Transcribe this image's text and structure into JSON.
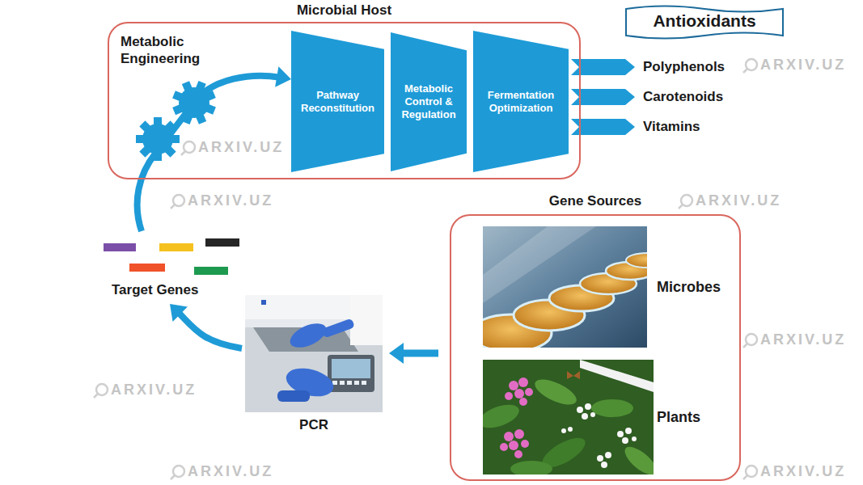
{
  "diagram": {
    "nodes": [
      {
        "text": [
          "Microbial Host",
          "Metabolic Engineering"
        ]
      },
      {
        "text": [
          "Pathway Reconstitution"
        ],
        "in": 0
      },
      {
        "text": [
          "Metabolic Control & Regulation"
        ],
        "in": 0
      },
      {
        "text": [
          "Fermentation Optimization"
        ],
        "in": 0
      },
      {
        "text": [
          "Antioxidants"
        ]
      },
      {
        "text": [
          "Polyphenols"
        ]
      },
      {
        "text": [
          "Carotenoids"
        ]
      },
      {
        "text": [
          "Vitamins"
        ]
      },
      {
        "text": [
          "Gene Sources"
        ]
      },
      {
        "text": [
          "Microbes"
        ],
        "in": 8
      },
      {
        "text": [
          "Plants"
        ],
        "in": 8
      },
      {
        "text": [
          "PCR"
        ]
      },
      {
        "text": [
          "Target Genes"
        ]
      }
    ],
    "edges": [
      {
        "from": 3,
        "to": 5,
        "arrow": "to"
      },
      {
        "from": 3,
        "to": 6,
        "arrow": "to"
      },
      {
        "from": 3,
        "to": 7,
        "arrow": "to"
      },
      {
        "from": 8,
        "to": 11,
        "arrow": "to"
      },
      {
        "from": 11,
        "to": 12,
        "arrow": "to"
      },
      {
        "from": 12,
        "to": 1,
        "arrow": "to"
      }
    ],
    "labels": [
      "ARXIV.UZ",
      "ARXIV.UZ",
      "ARXIV.UZ",
      "ARXIV.UZ",
      "ARXIV.UZ",
      "ARXIV.UZ",
      "ARXIV.UZ",
      "ARXIV.UZ"
    ]
  }
}
